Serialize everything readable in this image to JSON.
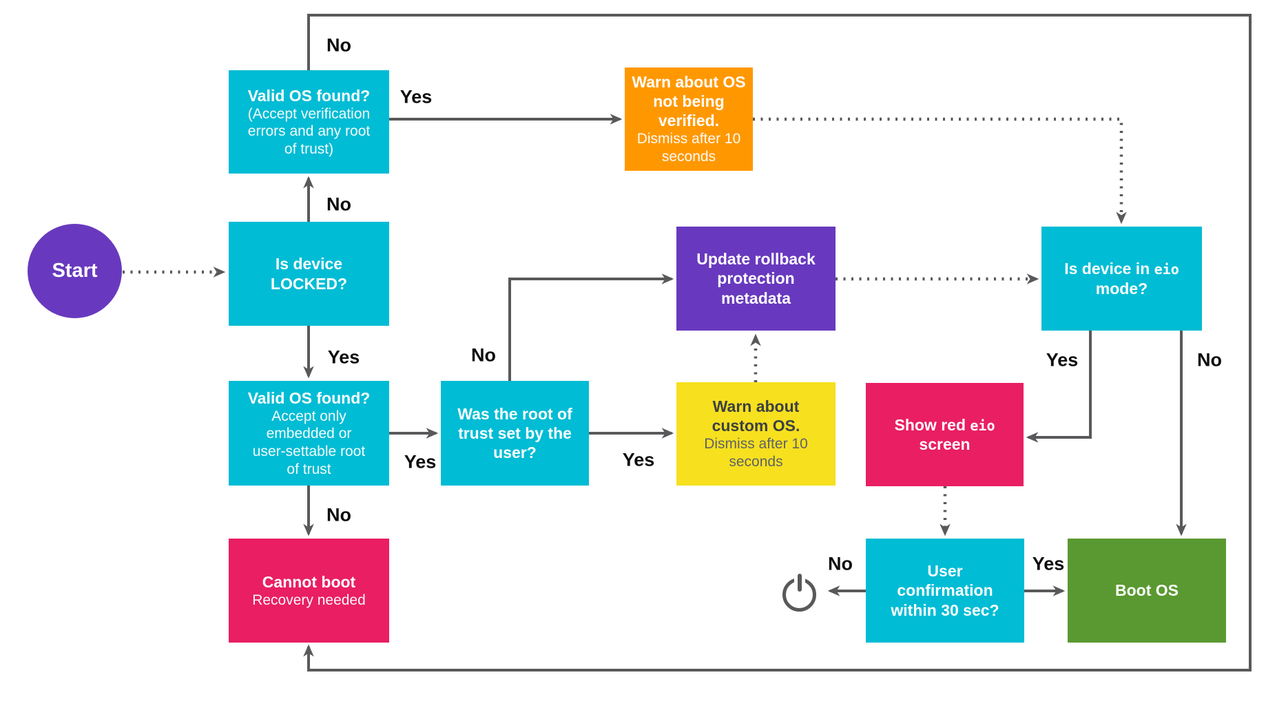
{
  "colors": {
    "cyan": "#00BCD4",
    "purple": "#6839BE",
    "orange": "#FF9800",
    "yellow": "#F7E01E",
    "pink": "#E91E63",
    "green": "#5A9931",
    "line": "#58595B",
    "yellow_title_text": "#3C4043",
    "yellow_body_text": "#5F6368"
  },
  "start_node": {
    "label": "Start"
  },
  "nodes": {
    "valid_os_top": {
      "title": "Valid OS found?",
      "body": "(Accept verification\nerrors and any root\nof trust)"
    },
    "device_locked": {
      "title": "Is device\nLOCKED?"
    },
    "valid_os_bottom": {
      "title": "Valid OS found?",
      "body": "Accept only\nembedded or\nuser-settable root\nof trust"
    },
    "cannot_boot": {
      "title": "Cannot boot",
      "body": "Recovery needed"
    },
    "root_of_trust": {
      "title": "Was the root of\ntrust set by the\nuser?"
    },
    "warn_not_verified": {
      "title": "Warn about OS\nnot being\nverified.",
      "body": "Dismiss after 10\nseconds"
    },
    "update_rollback": {
      "title": "Update rollback\nprotection\nmetadata"
    },
    "warn_custom_os": {
      "title": "Warn about\ncustom OS.",
      "body": "Dismiss after 10\nseconds"
    },
    "eio_mode": {
      "text_prefix": "Is device in ",
      "code": "eio",
      "text_suffix": " mode?"
    },
    "show_red_screen": {
      "text_prefix": "Show red ",
      "code": "eio",
      "text_suffix": " screen"
    },
    "user_confirmation": {
      "title": "User\nconfirmation\nwithin 30 sec?"
    },
    "boot_os": {
      "title": "Boot OS"
    }
  },
  "edge_labels": {
    "valid_top_no": "No",
    "valid_top_yes": "Yes",
    "locked_no": "No",
    "locked_yes": "Yes",
    "valid_bottom_no": "No",
    "valid_bottom_yes": "Yes",
    "root_no": "No",
    "root_yes": "Yes",
    "eio_yes": "Yes",
    "eio_no": "No",
    "user_no": "No",
    "user_yes": "Yes"
  },
  "icons": {
    "power": "power-off-symbol"
  }
}
